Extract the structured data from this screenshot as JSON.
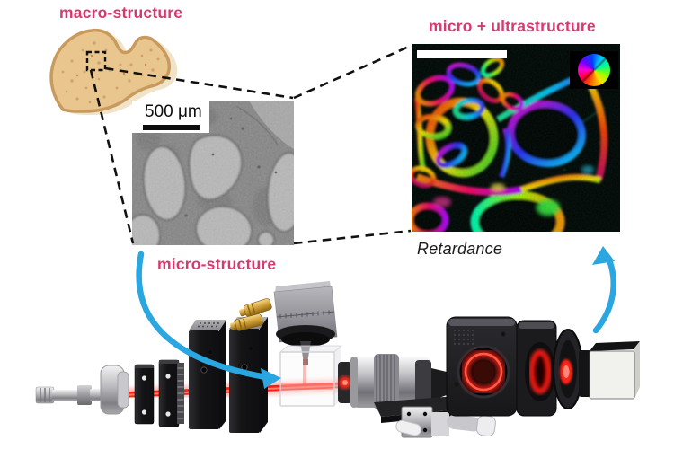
{
  "labels": {
    "macro": "macro-structure",
    "micro": "micro-structure",
    "micro_ultra": "micro + ultrastructure",
    "retardance": "Retardance"
  },
  "micrograph": {
    "scale_bar_text": "500 μm"
  },
  "retardance_panel": {
    "color_wheel_icon": "hue-orientation-color-wheel",
    "scale_bar": "white-scale-bar"
  },
  "colors": {
    "accent_pink": "#d6396b",
    "arrow_blue": "#2aa7e0",
    "laser_red": "#f42114",
    "bone_fill": "#eac68f",
    "bone_outline": "#c99a5e"
  }
}
